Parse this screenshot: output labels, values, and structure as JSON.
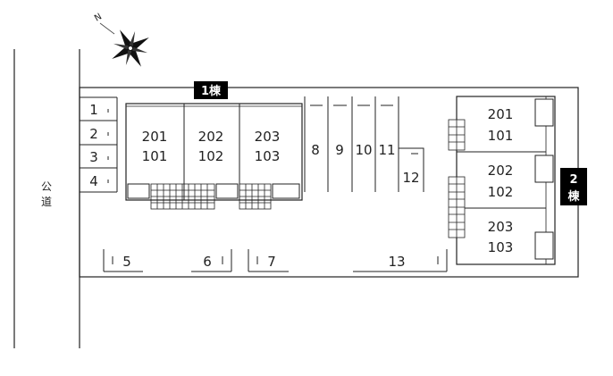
{
  "north_label": "N",
  "road_label": [
    "公",
    "道"
  ],
  "building1": {
    "label": "1棟",
    "units": [
      {
        "upper": "201",
        "lower": "101"
      },
      {
        "upper": "202",
        "lower": "102"
      },
      {
        "upper": "203",
        "lower": "103"
      }
    ]
  },
  "building2": {
    "label_line1": "2",
    "label_line2": "棟",
    "units": [
      {
        "upper": "201",
        "lower": "101"
      },
      {
        "upper": "202",
        "lower": "102"
      },
      {
        "upper": "203",
        "lower": "103"
      }
    ]
  },
  "parking_left": [
    "1",
    "2",
    "3",
    "4"
  ],
  "parking_middle": [
    "8",
    "9",
    "10",
    "11"
  ],
  "parking_12": "12",
  "parking_bottom": [
    "5",
    "6",
    "7",
    "13"
  ]
}
